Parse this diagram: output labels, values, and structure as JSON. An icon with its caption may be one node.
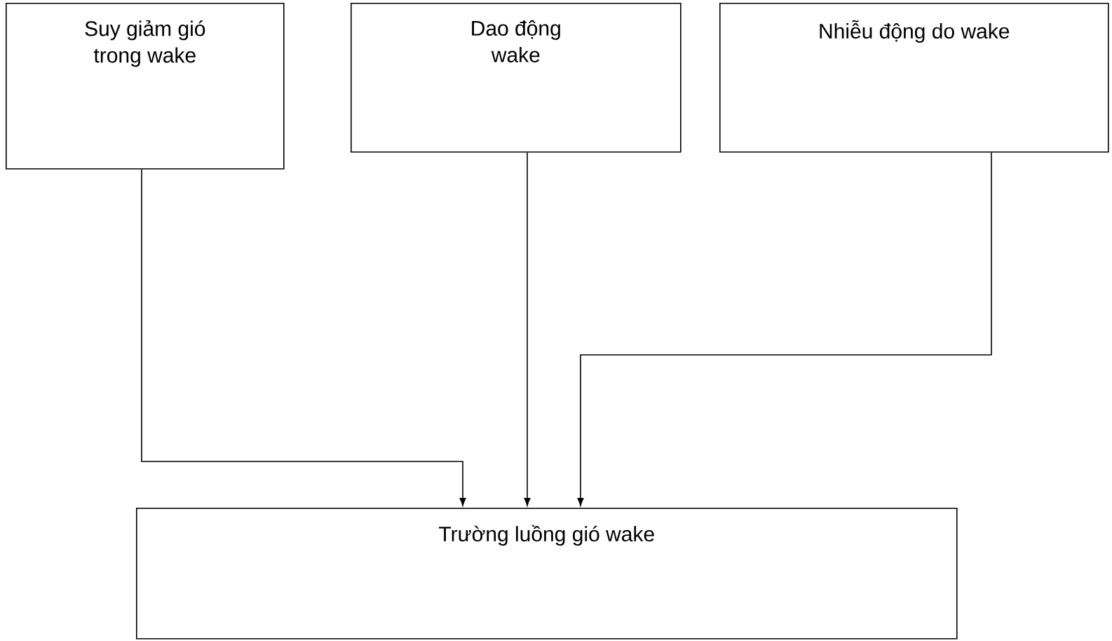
{
  "diagram": {
    "nodes": [
      {
        "text": [
          "Suy giảm gió trong wake"
        ]
      },
      {
        "text": [
          "Dao động wake"
        ]
      },
      {
        "text": [
          "Nhiễu động do wake"
        ]
      },
      {
        "text": [
          "Trường luồng gió wake"
        ]
      }
    ],
    "edges": [
      {
        "from": 0,
        "to": 3,
        "arrow": "to"
      },
      {
        "from": 1,
        "to": 3,
        "arrow": "to"
      },
      {
        "from": 2,
        "to": 3,
        "arrow": "to"
      }
    ]
  }
}
